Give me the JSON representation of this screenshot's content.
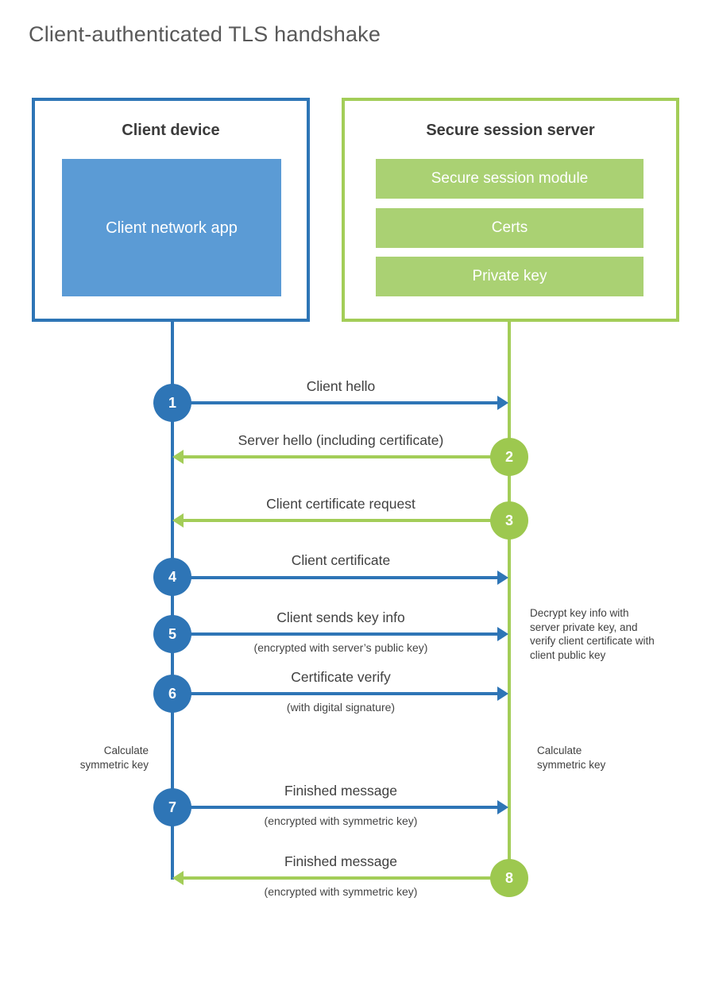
{
  "page_title": "Client-authenticated TLS handshake",
  "colors": {
    "blue_stroke": "#2e75b6",
    "blue_fill": "#5b9bd5",
    "green_stroke": "#a3cd58",
    "green_fill": "#aad173",
    "text": "#404040",
    "title_gray": "#595959"
  },
  "client": {
    "title": "Client device",
    "app_label": "Client network app"
  },
  "server": {
    "title": "Secure session server",
    "modules": [
      "Secure session module",
      "Certs",
      "Private key"
    ]
  },
  "messages": [
    {
      "step": "1",
      "direction": "client-to-server",
      "label": "Client hello",
      "sublabel": ""
    },
    {
      "step": "2",
      "direction": "server-to-client",
      "label": "Server hello (including certificate)",
      "sublabel": ""
    },
    {
      "step": "3",
      "direction": "server-to-client",
      "label": "Client certificate request",
      "sublabel": ""
    },
    {
      "step": "4",
      "direction": "client-to-server",
      "label": "Client certificate",
      "sublabel": ""
    },
    {
      "step": "5",
      "direction": "client-to-server",
      "label": "Client sends key info",
      "sublabel": "(encrypted with server’s public key)"
    },
    {
      "step": "6",
      "direction": "client-to-server",
      "label": "Certificate verify",
      "sublabel": "(with digital signature)"
    },
    {
      "step": "7",
      "direction": "client-to-server",
      "label": "Finished message",
      "sublabel": "(encrypted with symmetric key)"
    },
    {
      "step": "8",
      "direction": "server-to-client",
      "label": "Finished message",
      "sublabel": "(encrypted with symmetric key)"
    }
  ],
  "annotations": {
    "server_note": "Decrypt key info with server private key, and verify client certificate with client public key",
    "client_calc": "Calculate symmetric key",
    "server_calc": "Calculate symmetric key"
  }
}
